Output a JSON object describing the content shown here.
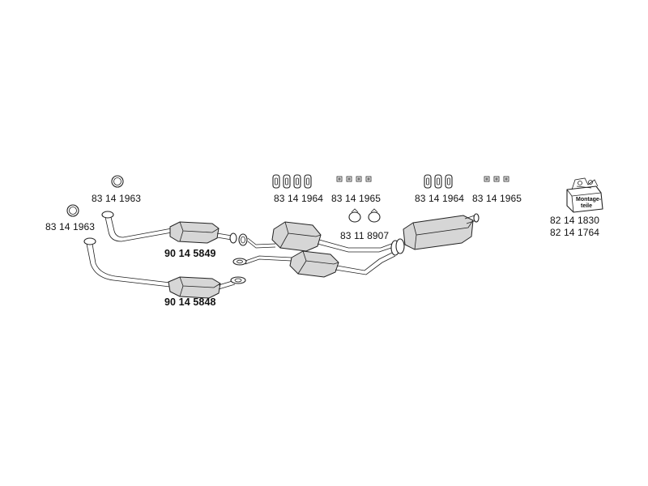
{
  "labels": {
    "ring_gasket_upper": "83 14 1963",
    "ring_gasket_lower": "83 14 1963",
    "cat_upper": "90 14 5849",
    "cat_lower": "90 14 5848",
    "hanger_a": "83 14 1964",
    "hanger_b": "83 14 1965",
    "clamp": "83 11 8907",
    "hanger_c": "83 14 1964",
    "hanger_d": "83 14 1965",
    "kit_1": "82 14 1830",
    "kit_2": "82 14 1764"
  },
  "kit_box_text": [
    "Montage-",
    "teile"
  ]
}
